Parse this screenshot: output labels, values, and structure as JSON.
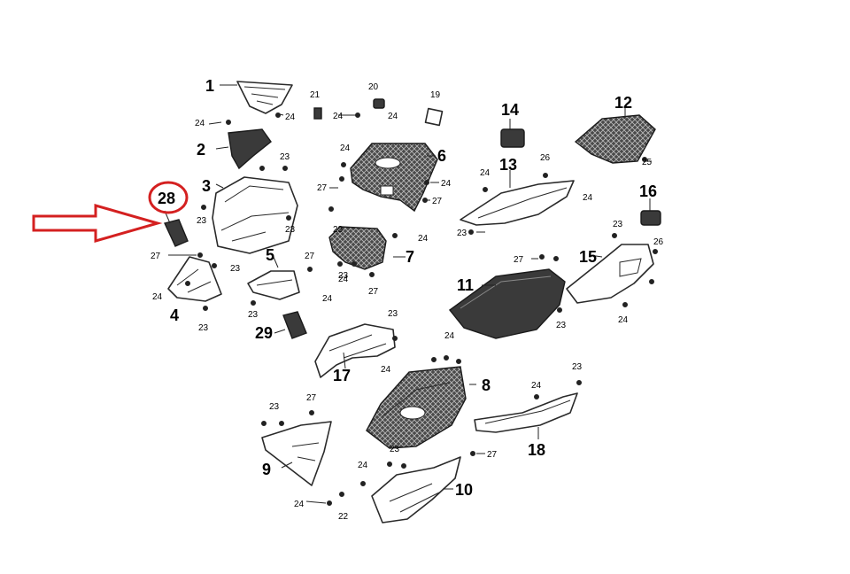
{
  "diagram": {
    "highlight_color": "#d42020",
    "highlighted_label": "28",
    "large_labels": [
      "1",
      "2",
      "3",
      "4",
      "5",
      "6",
      "7",
      "8",
      "9",
      "10",
      "11",
      "12",
      "13",
      "14",
      "15",
      "16",
      "17",
      "18",
      "29"
    ],
    "small_labels": [
      "19",
      "20",
      "21",
      "22",
      "23",
      "24",
      "25",
      "26",
      "27"
    ]
  }
}
